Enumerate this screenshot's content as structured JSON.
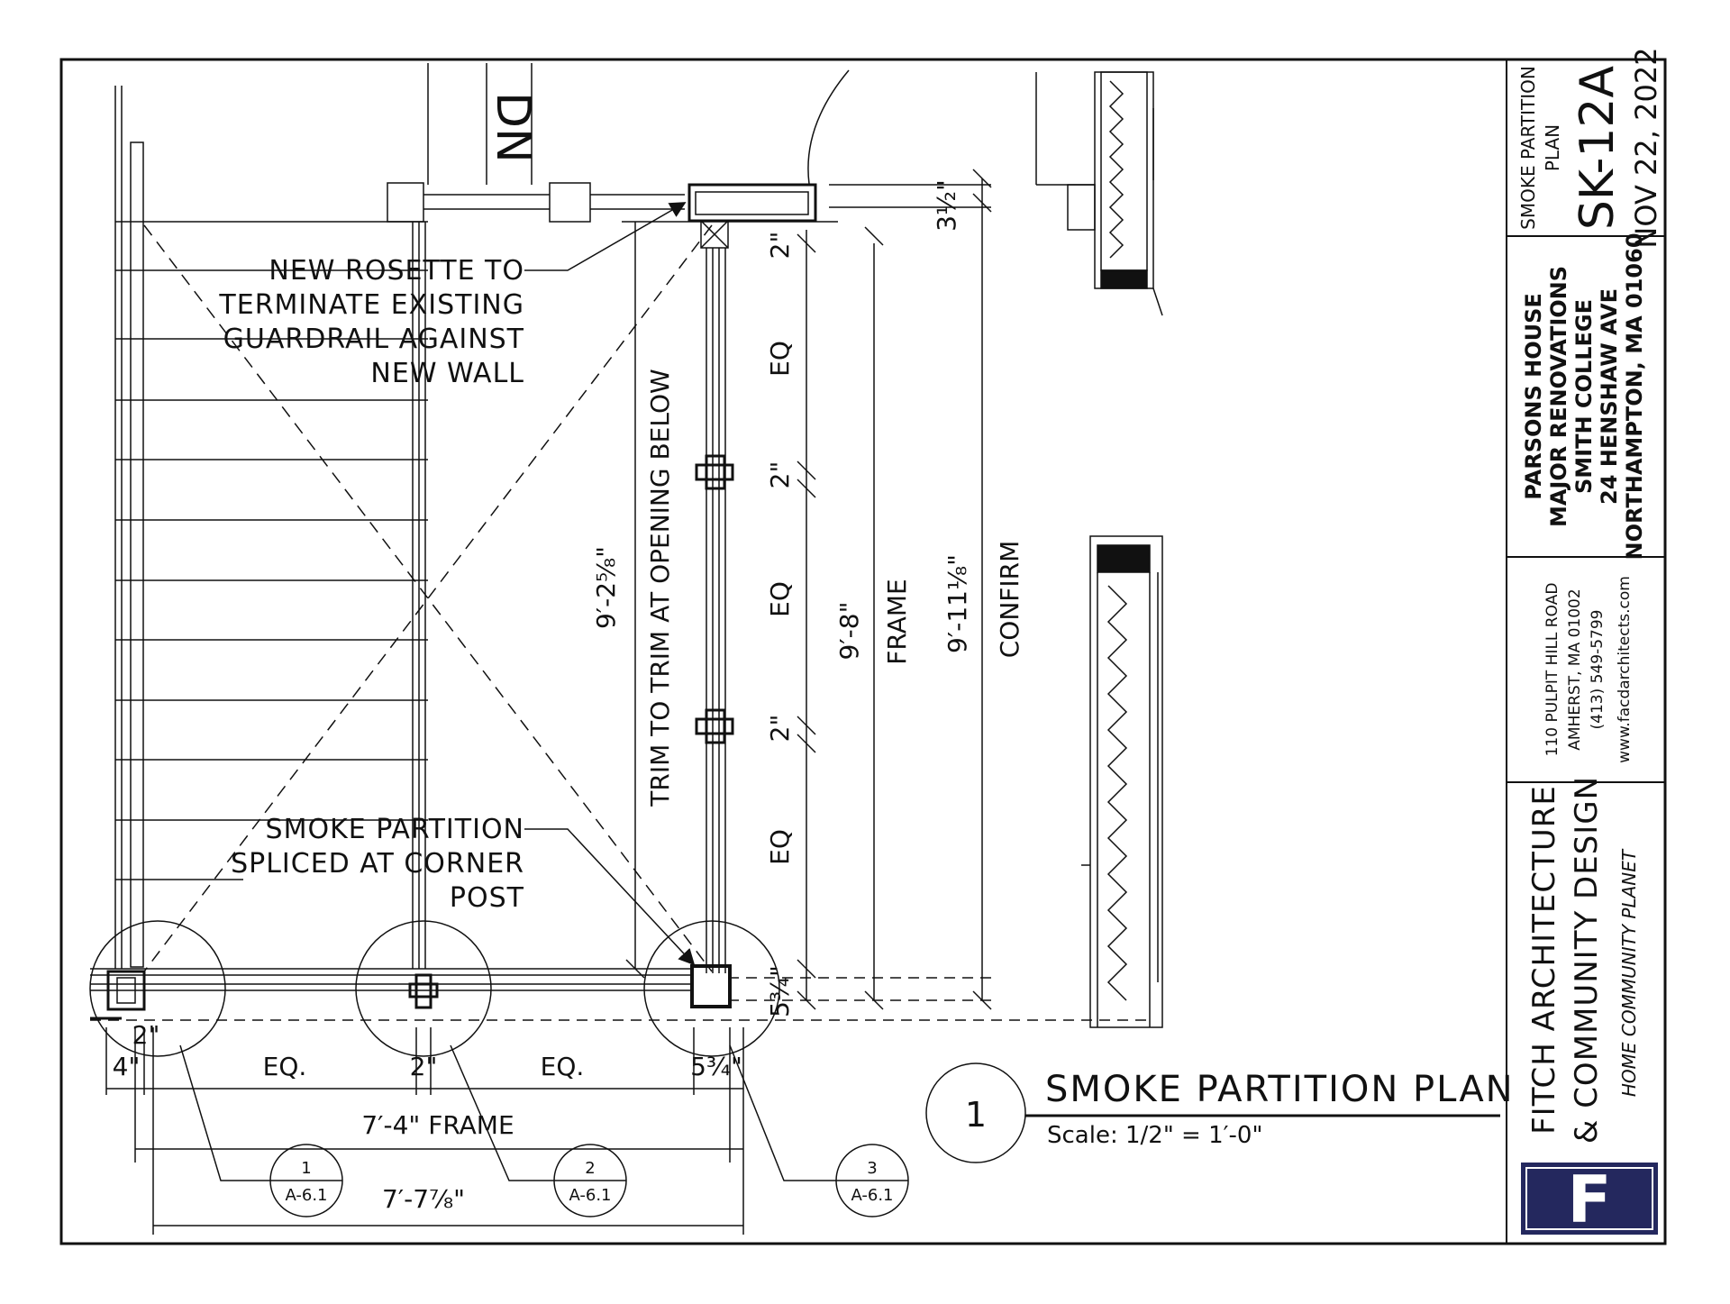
{
  "drawing": {
    "stair_label": "DN",
    "notes": {
      "rosette": [
        "NEW ROSETTE TO",
        "TERMINATE EXISTING",
        "GUARDRAIL AGAINST",
        "NEW WALL"
      ],
      "splice": [
        "SMOKE PARTITION",
        "SPLICED AT CORNER",
        "POST"
      ]
    },
    "vertical_dims": {
      "top_gap": "3½\"",
      "post_2_a": "2\"",
      "post_2_b": "2\"",
      "post_2_c": "2\"",
      "eq_1": "EQ",
      "eq_2": "EQ",
      "eq_3": "EQ",
      "trim_dim": "9′-2⅝\"",
      "trim_label": "TRIM TO TRIM AT OPENING BELOW",
      "frame_dim": "9′-8\"",
      "frame_label": "FRAME",
      "confirm_dim": "9′-11⅛\"",
      "confirm_label": "CONFIRM",
      "bottom_gap": "5¾\""
    },
    "horizontal_dims": {
      "post_2_left": "2\"",
      "left_4": "4\"",
      "eq_left": "EQ.",
      "post_2_mid": "2\"",
      "eq_right": "EQ.",
      "right_5": "5¾\"",
      "frame": "7′-4\" FRAME",
      "overall": "7′-7⅞\""
    },
    "callouts": [
      {
        "num": "1",
        "sheet": "A-6.1"
      },
      {
        "num": "2",
        "sheet": "A-6.1"
      },
      {
        "num": "3",
        "sheet": "A-6.1"
      }
    ]
  },
  "plan_title": {
    "number": "1",
    "title": "SMOKE PARTITION PLAN",
    "scale": "Scale: 1/2\" = 1′-0\""
  },
  "title_block": {
    "sheet_title": [
      "SMOKE PARTITION",
      "PLAN"
    ],
    "sheet_number": "SK-12A",
    "date": "NOV 22, 2022",
    "project": [
      "PARSONS HOUSE",
      "MAJOR RENOVATIONS",
      "SMITH COLLEGE",
      "24 HENSHAW AVE",
      "NORTHAMPTON, MA 01060"
    ],
    "address": [
      "110 PULPIT HILL ROAD",
      "AMHERST, MA 01002",
      "(413) 549-5799",
      "www.facdarchitects.com"
    ],
    "firm": [
      "FITCH ARCHITECTURE",
      "& COMMUNITY DESIGN"
    ],
    "tagline": "HOME  COMMUNITY  PLANET",
    "logo_letter": "F",
    "logo_color": "#24285e"
  }
}
